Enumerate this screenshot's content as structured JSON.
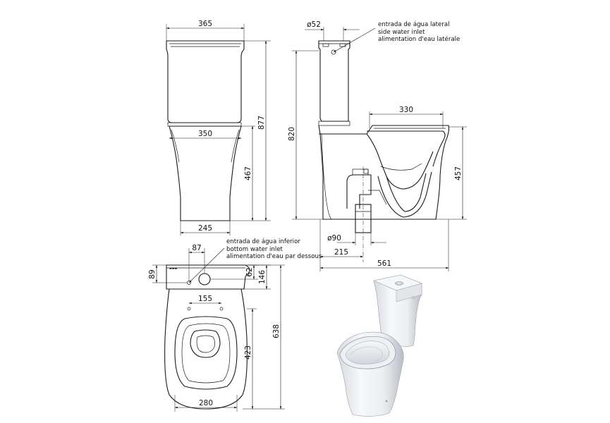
{
  "dimensions": {
    "tank_width": "365",
    "bowl_top_width": "350",
    "base_width": "245",
    "total_height": "877",
    "pan_height": "467",
    "side_inlet_dia": "ø52",
    "side_height": "820",
    "seat_opening": "330",
    "seat_height": "457",
    "outlet_dia": "ø90",
    "outlet_offset": "215",
    "total_depth": "561",
    "inlet_offset_x": "87",
    "inlet_from_back": "89",
    "inlet_span_62": "62",
    "tank_depth": "146",
    "fixing_span": "155",
    "plan_depth": "638",
    "bowl_depth": "423",
    "plan_width": "280"
  },
  "notes": {
    "side_inlet": [
      "entrada de água lateral",
      "side water inlet",
      "alimentation d'eau latérale"
    ],
    "bottom_inlet": [
      "entrada de água inferior",
      "bottom water inlet",
      "alimentation d'eau par dessous"
    ]
  },
  "colors": {
    "line": "#1a1a1a",
    "ceramic_light": "#f4f5f7",
    "ceramic_shade": "#c9ccd2"
  }
}
